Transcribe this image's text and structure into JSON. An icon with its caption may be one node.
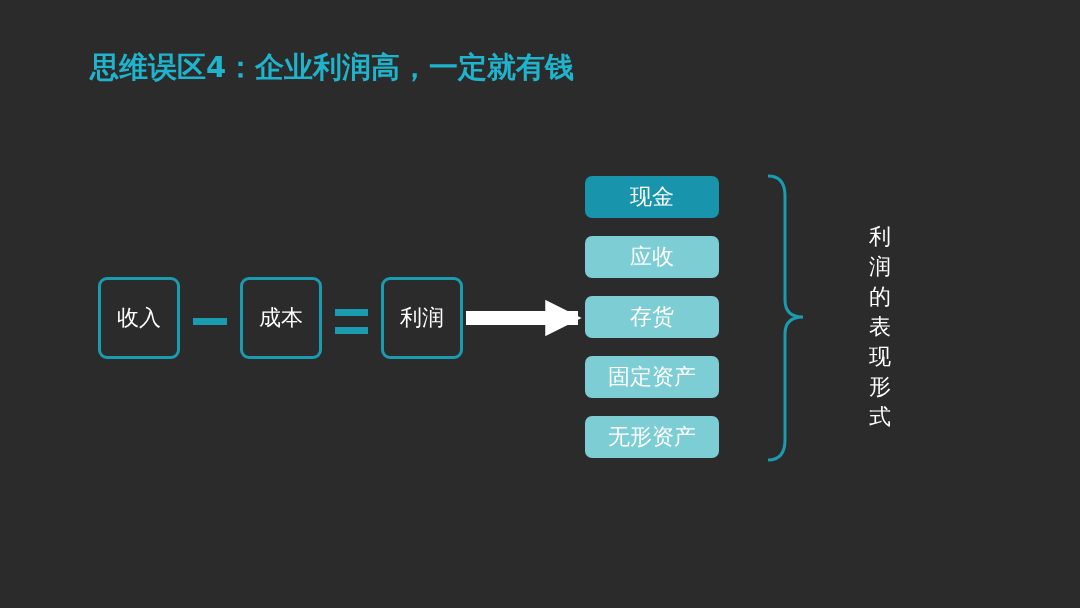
{
  "diagram": {
    "title": "思维误区4：企业利润高，一定就有钱",
    "nodes": [
      {
        "text": [
          "收入"
        ]
      },
      {
        "text": [
          "成本"
        ]
      },
      {
        "text": [
          "利润"
        ]
      },
      {
        "text": [
          "现金"
        ]
      },
      {
        "text": [
          "应收"
        ]
      },
      {
        "text": [
          "存货"
        ]
      },
      {
        "text": [
          "固定资产"
        ]
      },
      {
        "text": [
          "无形资产"
        ]
      }
    ],
    "edges": [
      {
        "from": 2,
        "to": 5,
        "arrow": "to"
      }
    ],
    "labels": [
      "利润的表现形式"
    ]
  }
}
